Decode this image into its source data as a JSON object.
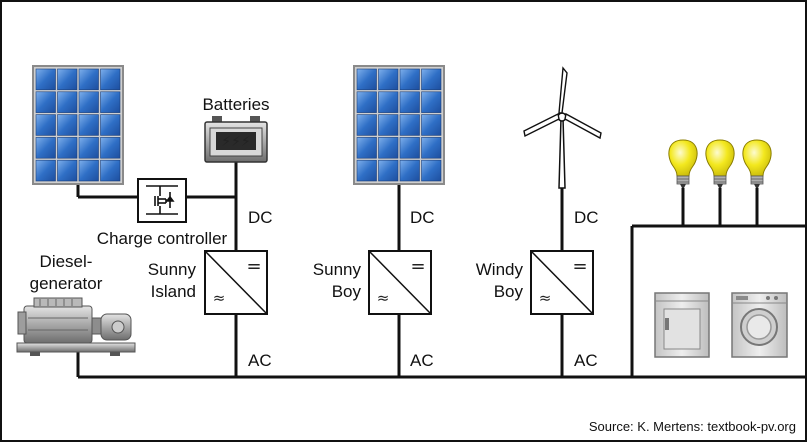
{
  "components": {
    "batteries": "Batteries",
    "charge_controller": "Charge controller",
    "diesel_generator": [
      "Diesel-",
      "generator"
    ],
    "sunny_island": [
      "Sunny",
      "Island"
    ],
    "sunny_boy": [
      "Sunny",
      "Boy"
    ],
    "windy_boy": [
      "Windy",
      "Boy"
    ]
  },
  "current_labels": {
    "dc_1": "DC",
    "dc_2": "DC",
    "dc_3": "DC",
    "ac_1": "AC",
    "ac_2": "AC",
    "ac_3": "AC"
  },
  "inverter_symbols": {
    "dc": "=",
    "ac": "≈"
  },
  "source": "Source: K. Mertens: textbook-pv.org",
  "colors": {
    "line": "#111111",
    "panel_cell": "#2f6fc6",
    "panel_frame": "#9a9a9a",
    "bulb": "#f3e81e",
    "appliance": "#d6d6d6"
  },
  "icons": [
    "solar-panel-icon",
    "battery-icon",
    "wind-turbine-icon",
    "light-bulb-icon",
    "dryer-icon",
    "washing-machine-icon",
    "diesel-generator-icon"
  ]
}
